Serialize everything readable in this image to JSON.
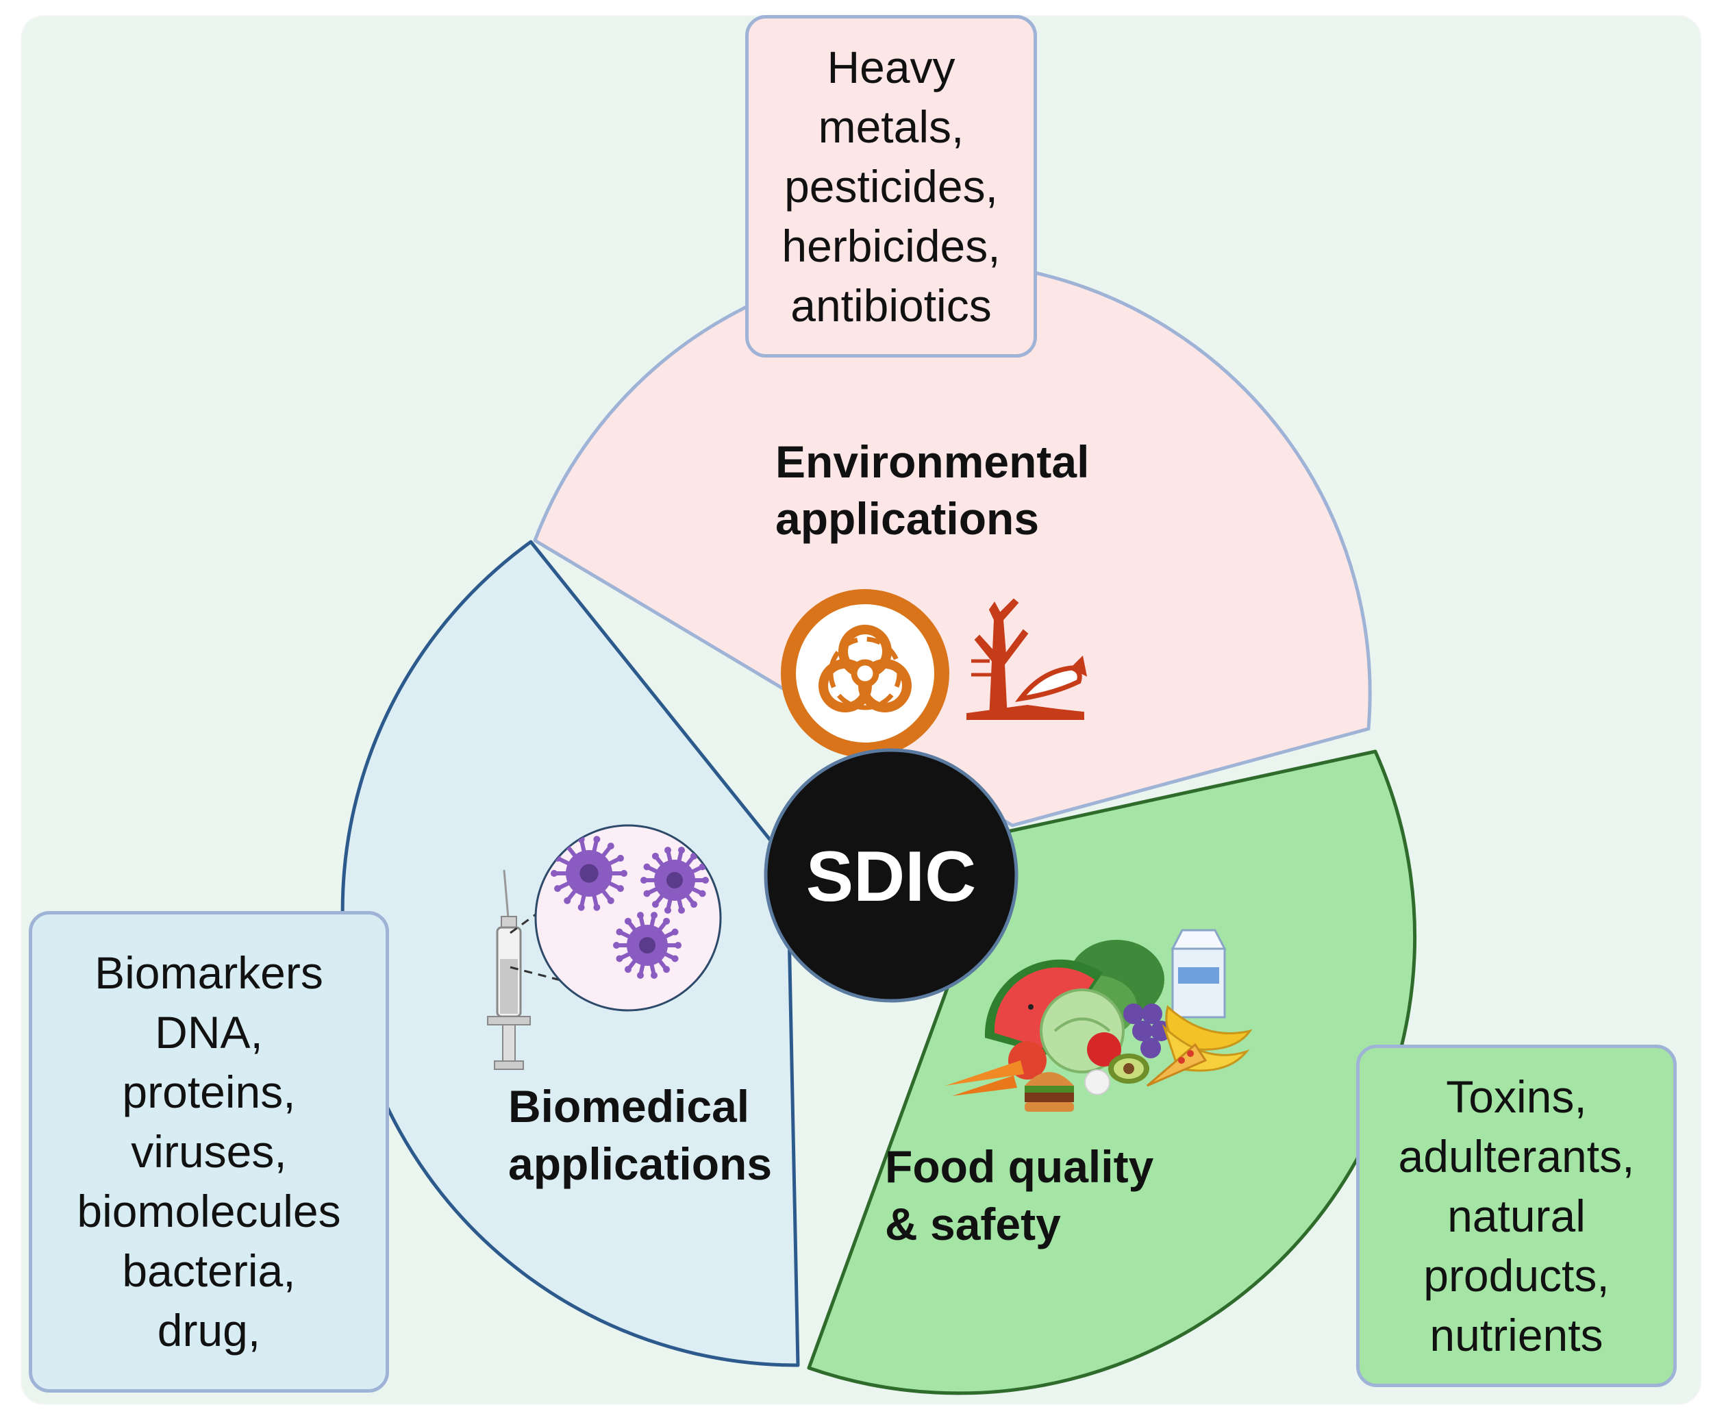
{
  "hub": {
    "label": "SDIC"
  },
  "segments": {
    "environmental": {
      "title_line1": "Environmental",
      "title_line2": "applications",
      "fill": "#fce6e6",
      "stroke": "#9eb3d6"
    },
    "biomedical": {
      "title_line1": "Biomedical",
      "title_line2": "applications",
      "fill": "#dceef3",
      "stroke": "#2d5a8c"
    },
    "food": {
      "title_line1": "Food quality",
      "title_line2": "& safety",
      "fill": "#a4e4a4",
      "stroke": "#2f6b2a"
    }
  },
  "boxes": {
    "environmental": {
      "text": "Heavy\nmetals,\npesticides,\nherbicides,\nantibiotics"
    },
    "biomedical": {
      "text": "Biomarkers\nDNA,\nproteins,\nviruses,\nbiomolecules\nbacteria,\ndrug,"
    },
    "food": {
      "text": "Toxins,\nadulterants,\nnatural\nproducts,\nnutrients"
    }
  },
  "icons": [
    "biohazard-icon",
    "dead-tree-and-fish-icon",
    "syringe-icon",
    "virus-cluster-icon",
    "food-group-icon"
  ],
  "colors": {
    "background": "#eaf5f0",
    "biohazard": "#d9741a",
    "pollution": "#c63b18",
    "virus": "#8a5bc0",
    "hub": "#111111"
  }
}
